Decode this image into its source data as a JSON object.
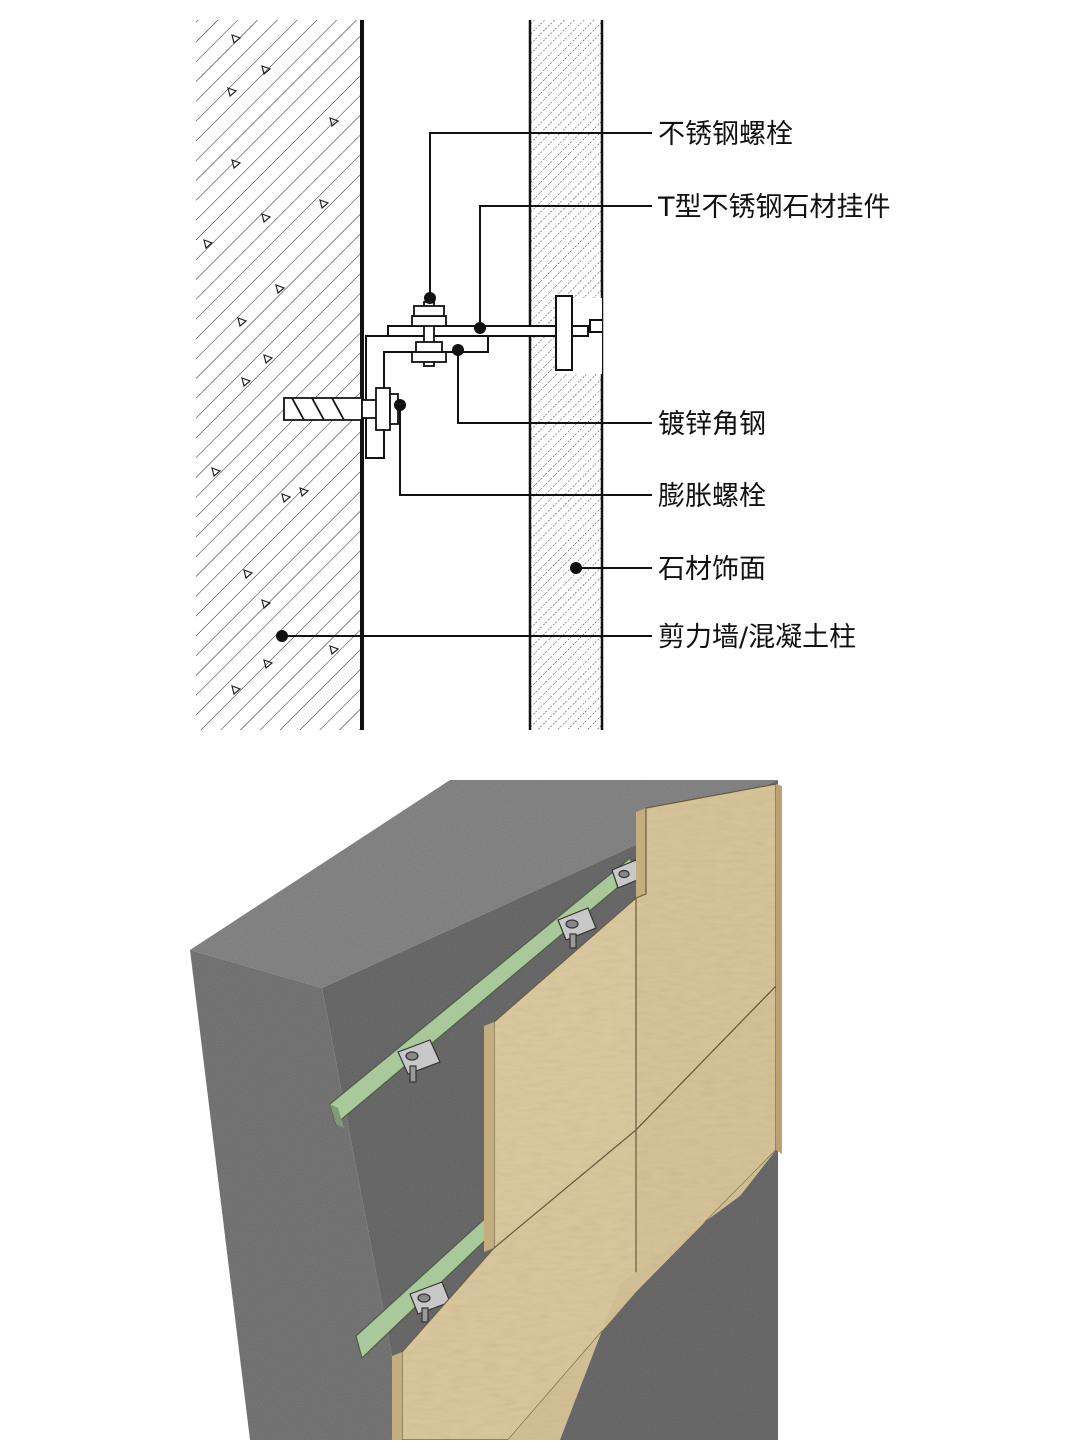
{
  "labels": {
    "stainless_bolt": "不锈钢螺栓",
    "t_hanger": "T型不锈钢石材挂件",
    "galvanized_angle": "镀锌角钢",
    "expansion_bolt": "膨胀螺栓",
    "stone_finish": "石材饰面",
    "shear_wall": "剪力墙/混凝土柱"
  },
  "colors": {
    "line": "#111111",
    "concrete": "#7c7c7c",
    "stone": "#dcc9a0",
    "steel_rail": "#a9c99a",
    "bracket": "#b8b8b8"
  }
}
